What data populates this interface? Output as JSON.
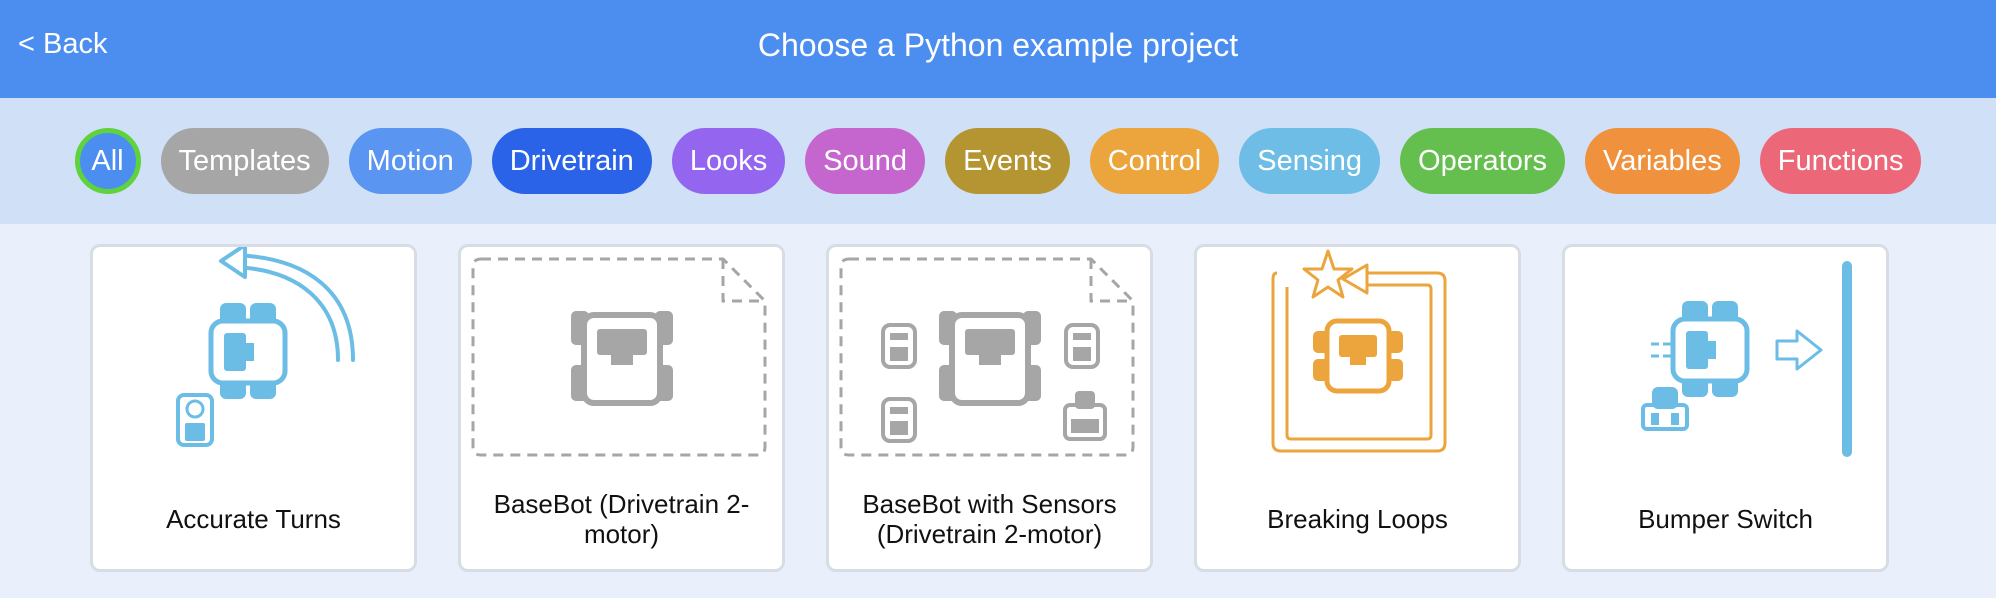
{
  "header": {
    "back_label": "< Back",
    "title": "Choose a Python example project",
    "background": "#4c8ef0"
  },
  "filters": [
    {
      "label": "All",
      "color": "#4c8ef0",
      "selected": true
    },
    {
      "label": "Templates",
      "color": "#a6a6a6"
    },
    {
      "label": "Motion",
      "color": "#5a95f2"
    },
    {
      "label": "Drivetrain",
      "color": "#2a63e8"
    },
    {
      "label": "Looks",
      "color": "#9466f0"
    },
    {
      "label": "Sound",
      "color": "#c566cf"
    },
    {
      "label": "Events",
      "color": "#b59531"
    },
    {
      "label": "Control",
      "color": "#eca53c"
    },
    {
      "label": "Sensing",
      "color": "#6ebde6"
    },
    {
      "label": "Operators",
      "color": "#65bf4f"
    },
    {
      "label": "Variables",
      "color": "#f0913d"
    },
    {
      "label": "Functions",
      "color": "#ec6879"
    }
  ],
  "projects": [
    {
      "title": "Accurate Turns",
      "icon": "robot-turn-icon",
      "color": "#6bbde6"
    },
    {
      "title": "BaseBot (Drivetrain 2-motor)",
      "icon": "basebot-template-icon",
      "color": "#a6a6a6"
    },
    {
      "title": "BaseBot with Sensors (Drivetrain 2-motor)",
      "icon": "basebot-sensors-template-icon",
      "color": "#a6a6a6"
    },
    {
      "title": "Breaking Loops",
      "icon": "loop-star-icon",
      "color": "#eca53c"
    },
    {
      "title": "Bumper Switch",
      "icon": "bumper-wall-icon",
      "color": "#6bbde6"
    }
  ]
}
